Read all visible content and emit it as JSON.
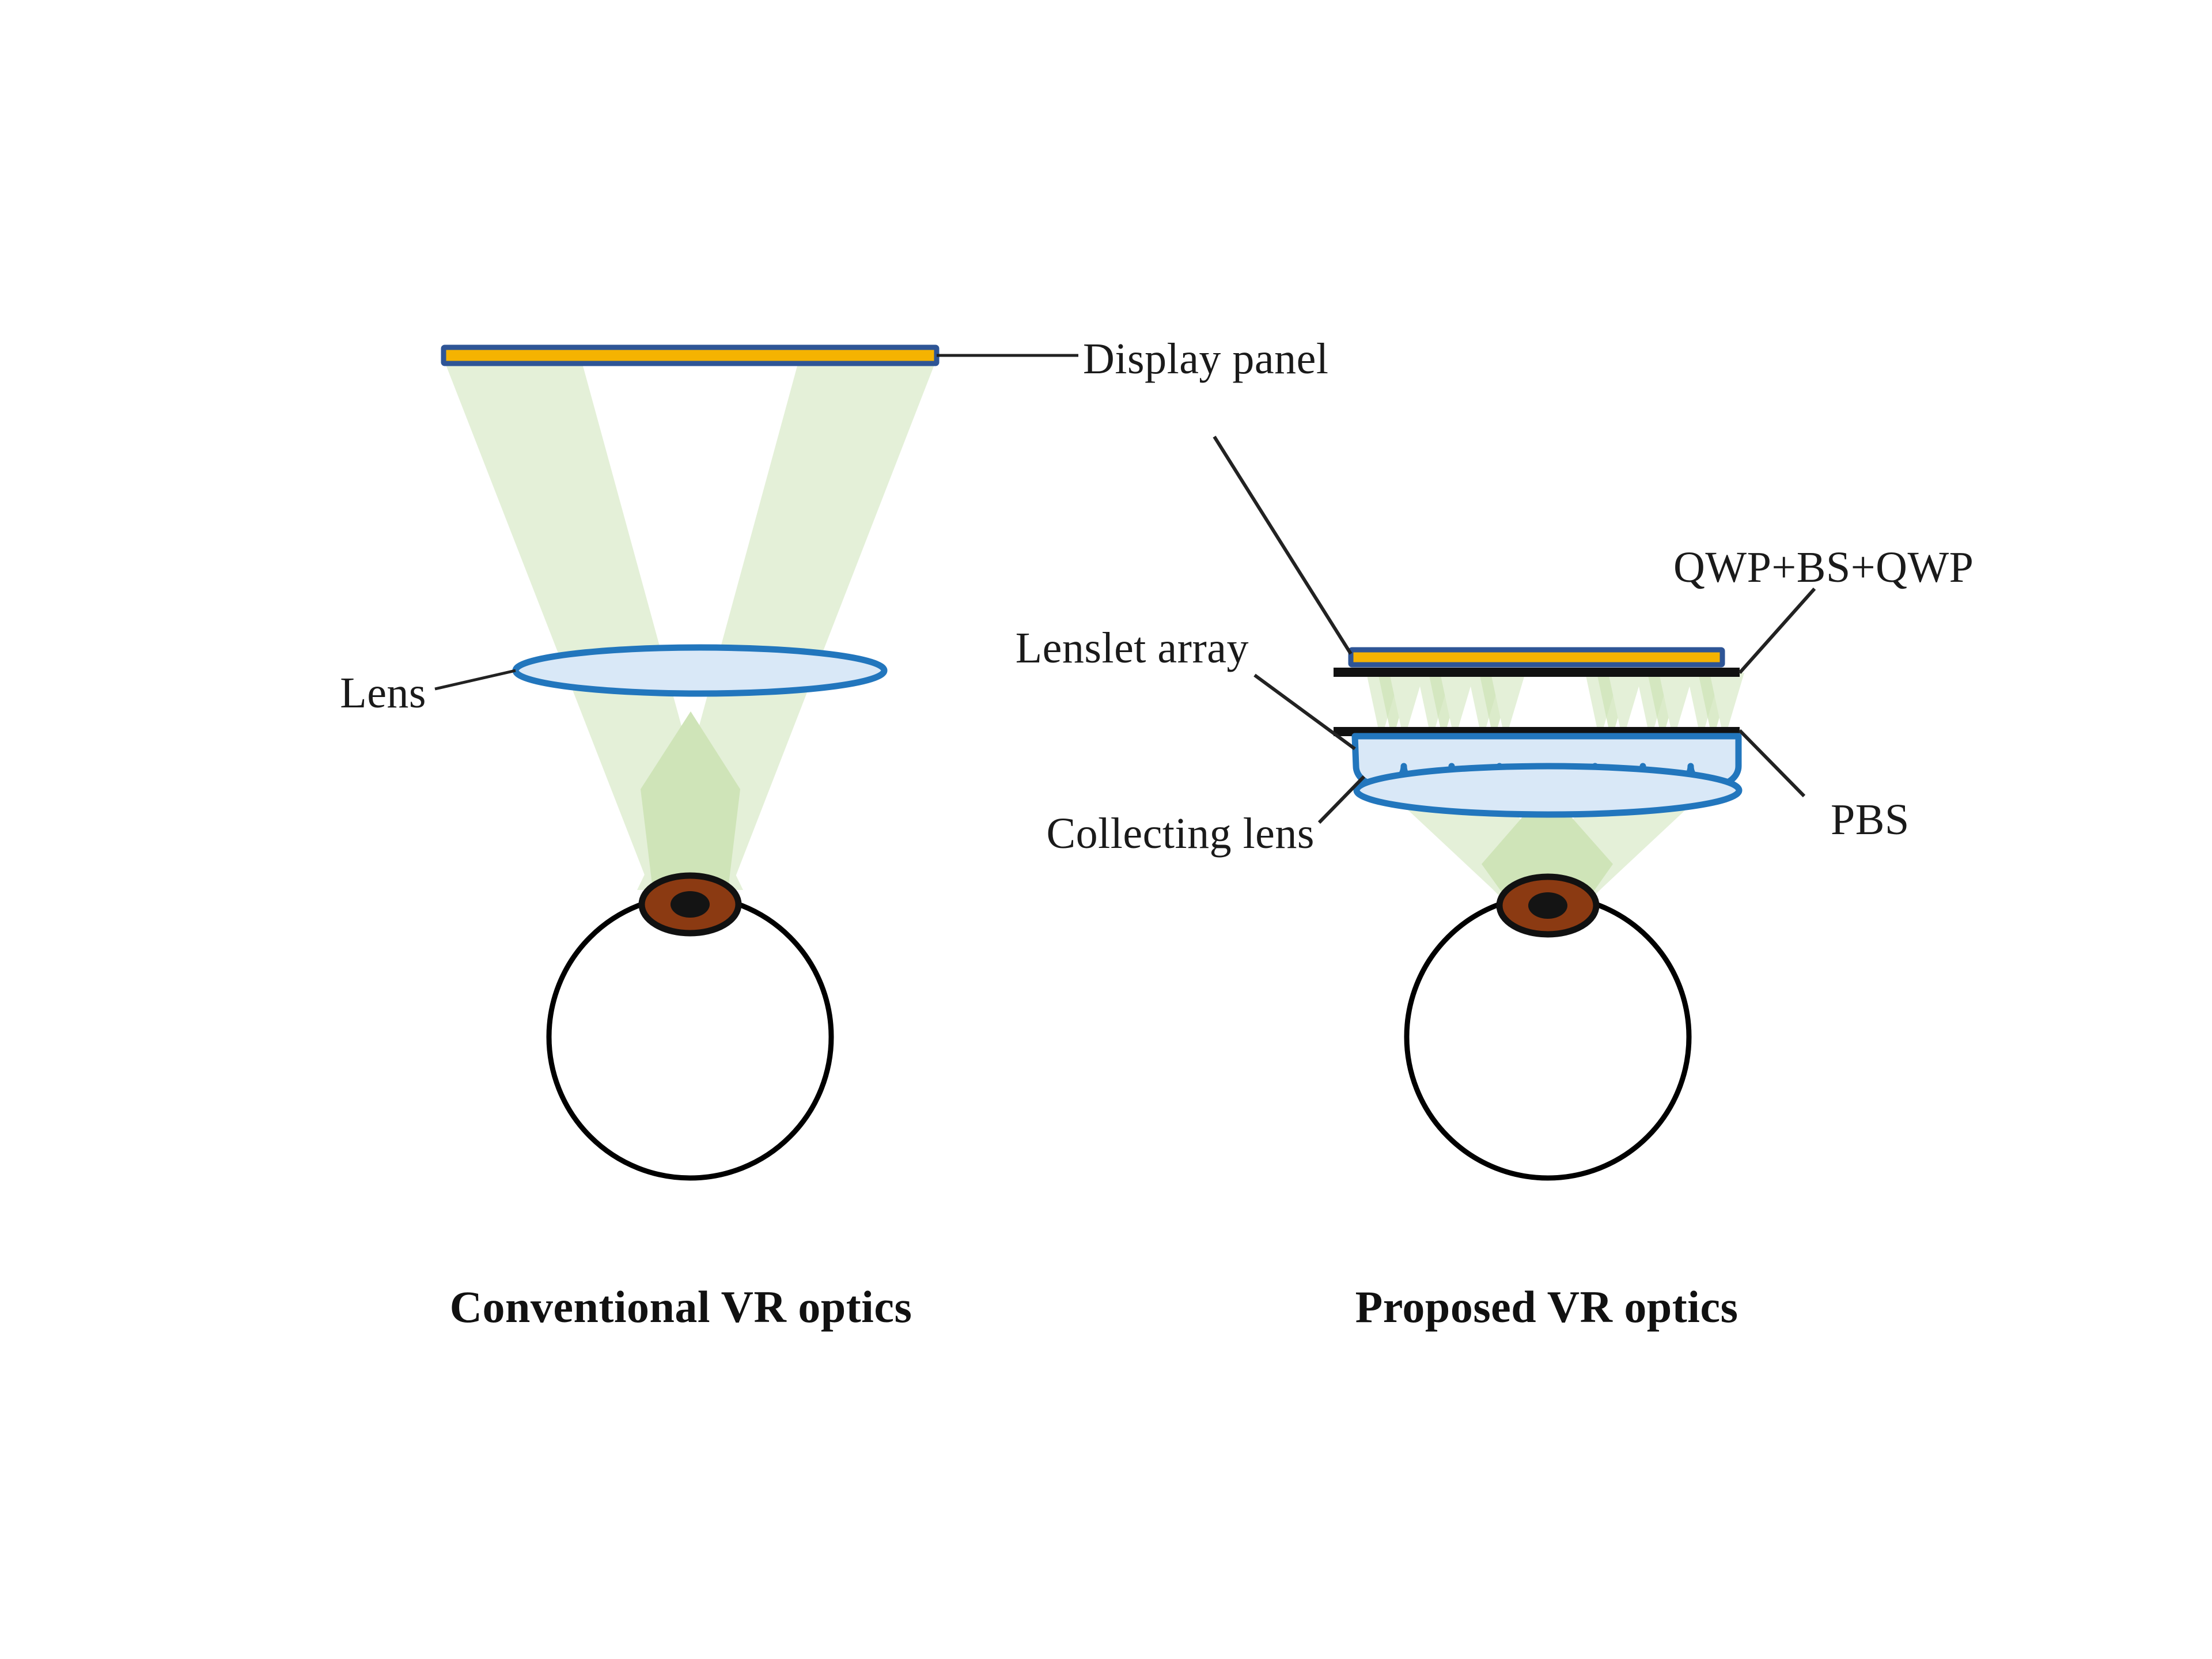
{
  "figure": {
    "title": "Conventional versus proposed VR optics",
    "background_color": "#FFFFFF"
  },
  "palette": {
    "display_fill": "#F5B301",
    "display_border": "#2E5596",
    "lens_fill": "#D9E8F7",
    "lens_stroke": "#2276BD",
    "beam_light": "#E4F0D8",
    "beam_mid": "#CFE4B8",
    "bar_black": "#111111",
    "eye_stroke": "#000000",
    "iris_fill": "#8B3A12",
    "pupil_fill": "#141414",
    "leader_line": "#222222",
    "text_color": "#1A1A1A"
  },
  "labels": {
    "display_panel": "Display panel",
    "lens": "Lens",
    "lenslet_array": "Lenslet array",
    "collecting_lens": "Collecting lens",
    "qwp_bs_qwp": "QWP+BS+QWP",
    "pbs": "PBS"
  },
  "captions": {
    "left": "Conventional VR optics",
    "right": "Proposed VR optics"
  },
  "left_panel": {
    "name": "Conventional VR optics",
    "components": [
      {
        "id": "display-panel",
        "label": "Display panel",
        "type": "emissive-panel"
      },
      {
        "id": "lens",
        "label": "Lens",
        "type": "singlet-lens"
      },
      {
        "id": "eye",
        "label": "",
        "type": "eye"
      }
    ],
    "beam_count": 2,
    "beam_description": "Two wide crossing cones from display edges converging at pupil"
  },
  "right_panel": {
    "name": "Proposed VR optics",
    "components": [
      {
        "id": "display-panel",
        "label": "Display panel",
        "type": "emissive-panel"
      },
      {
        "id": "qwp-bs-qwp",
        "label": "QWP+BS+QWP",
        "type": "stack-bar"
      },
      {
        "id": "pbs",
        "label": "PBS",
        "type": "stack-bar"
      },
      {
        "id": "lenslet-array",
        "label": "Lenslet array",
        "type": "lenslet-array"
      },
      {
        "id": "collecting-lens",
        "label": "Collecting lens",
        "type": "singlet-lens"
      },
      {
        "id": "eye",
        "label": "",
        "type": "eye"
      }
    ],
    "lenslet_count": 8,
    "beamlet_groups": 6,
    "beam_description": "Narrow beamlets between QWP+BS+QWP and PBS, then crossing cones to pupil"
  },
  "chart_data": {
    "type": "diagram",
    "title": "Conventional vs Proposed VR optics",
    "panels": [
      {
        "caption": "Conventional VR optics",
        "elements": [
          "Display panel",
          "Lens",
          "Eye"
        ]
      },
      {
        "caption": "Proposed VR optics",
        "elements": [
          "Display panel",
          "QWP+BS+QWP",
          "PBS",
          "Lenslet array",
          "Collecting lens",
          "Eye"
        ]
      }
    ]
  }
}
